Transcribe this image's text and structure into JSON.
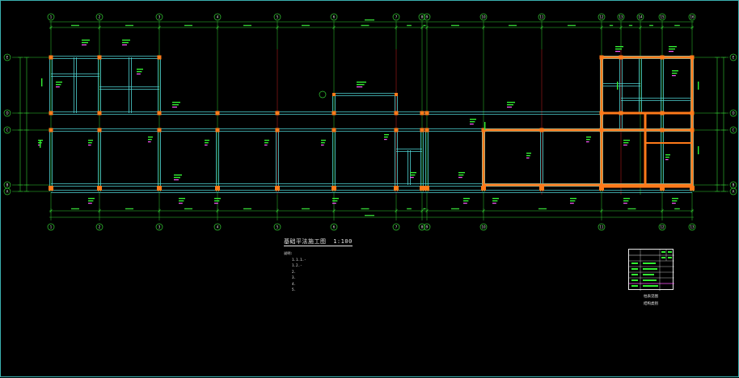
{
  "colors": {
    "background": "#000000",
    "frame": "#3ab0b0",
    "dimension": "#33cc33",
    "axis": "#cc2222",
    "wall": "#4fd2d2",
    "column": "#ff7a1a",
    "annotation": "#33ee33",
    "annotation_alt": "#ff55ff",
    "text": "#e8e8e8"
  },
  "plan": {
    "title": "基础平法施工图",
    "scale": "1:100",
    "notes": [
      "说明:",
      "1.1.1.-",
      "1.2.-",
      "2.",
      "3.",
      "4.",
      "5."
    ]
  },
  "legend": {
    "caption_line1": "柱表见图",
    "caption_line2": "结构类别"
  },
  "axes": {
    "top": [
      "1",
      "2",
      "3",
      "4",
      "5",
      "6",
      "7",
      "8",
      "9",
      "10",
      "11",
      "12",
      "13",
      "14",
      "15",
      "16"
    ],
    "bottom": [
      "1",
      "2",
      "3",
      "4",
      "5",
      "6",
      "7",
      "8",
      "9",
      "10",
      "11",
      "12",
      "13"
    ],
    "left": [
      "E",
      "D",
      "C",
      "B",
      "A"
    ],
    "right": [
      "E",
      "D",
      "C",
      "B",
      "A"
    ]
  }
}
